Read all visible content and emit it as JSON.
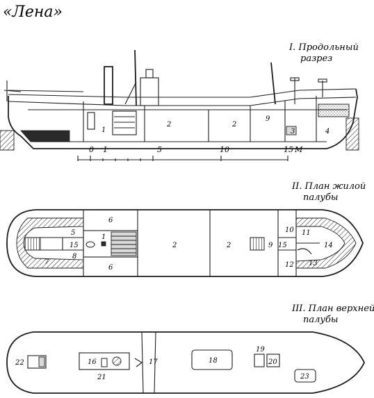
{
  "title": "«Лена»",
  "sections": {
    "profile": {
      "caption_line1": "I. Продольный",
      "caption_line2": "разрез"
    },
    "living_deck": {
      "caption_line1": "II. План жилой",
      "caption_line2": "палубы"
    },
    "upper_deck": {
      "caption_line1": "III. План верхней",
      "caption_line2": "палубы"
    }
  },
  "scale": {
    "ticks": [
      "0",
      "1",
      "5",
      "10",
      "15"
    ],
    "unit": "М"
  },
  "profile_labels": [
    "1",
    "2",
    "2",
    "9",
    "3",
    "4"
  ],
  "living_deck_labels": [
    "6",
    "5",
    "15",
    "1",
    "7",
    "8",
    "6",
    "2",
    "2",
    "9",
    "15",
    "10",
    "11",
    "14",
    "12",
    "13"
  ],
  "upper_deck_labels": [
    "22",
    "16",
    "21",
    "17",
    "18",
    "19",
    "20",
    "23"
  ]
}
